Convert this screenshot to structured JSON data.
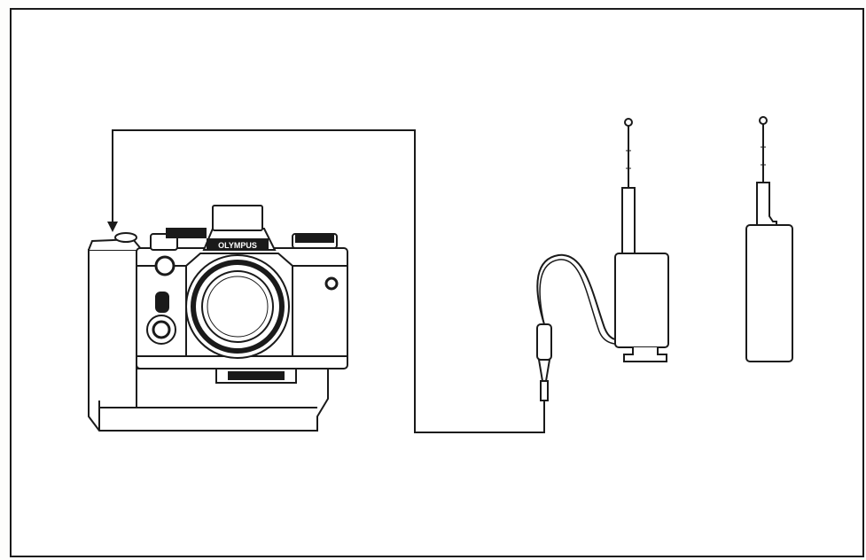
{
  "diagram": {
    "camera": {
      "brand_marking": "OLYMPUS"
    },
    "colors": {
      "ink": "#1a1a1a",
      "paper": "#fdfdfc",
      "panel": "#ffffff"
    },
    "components": [
      {
        "id": "camera-with-motor-drive",
        "icon": "camera-icon"
      },
      {
        "id": "receiver-unit",
        "icon": "radio-receiver-icon"
      },
      {
        "id": "transmitter-unit",
        "icon": "radio-transmitter-icon"
      },
      {
        "id": "remote-cord",
        "icon": "cable-icon"
      },
      {
        "id": "connection-line",
        "icon": "arrow-icon"
      }
    ]
  }
}
